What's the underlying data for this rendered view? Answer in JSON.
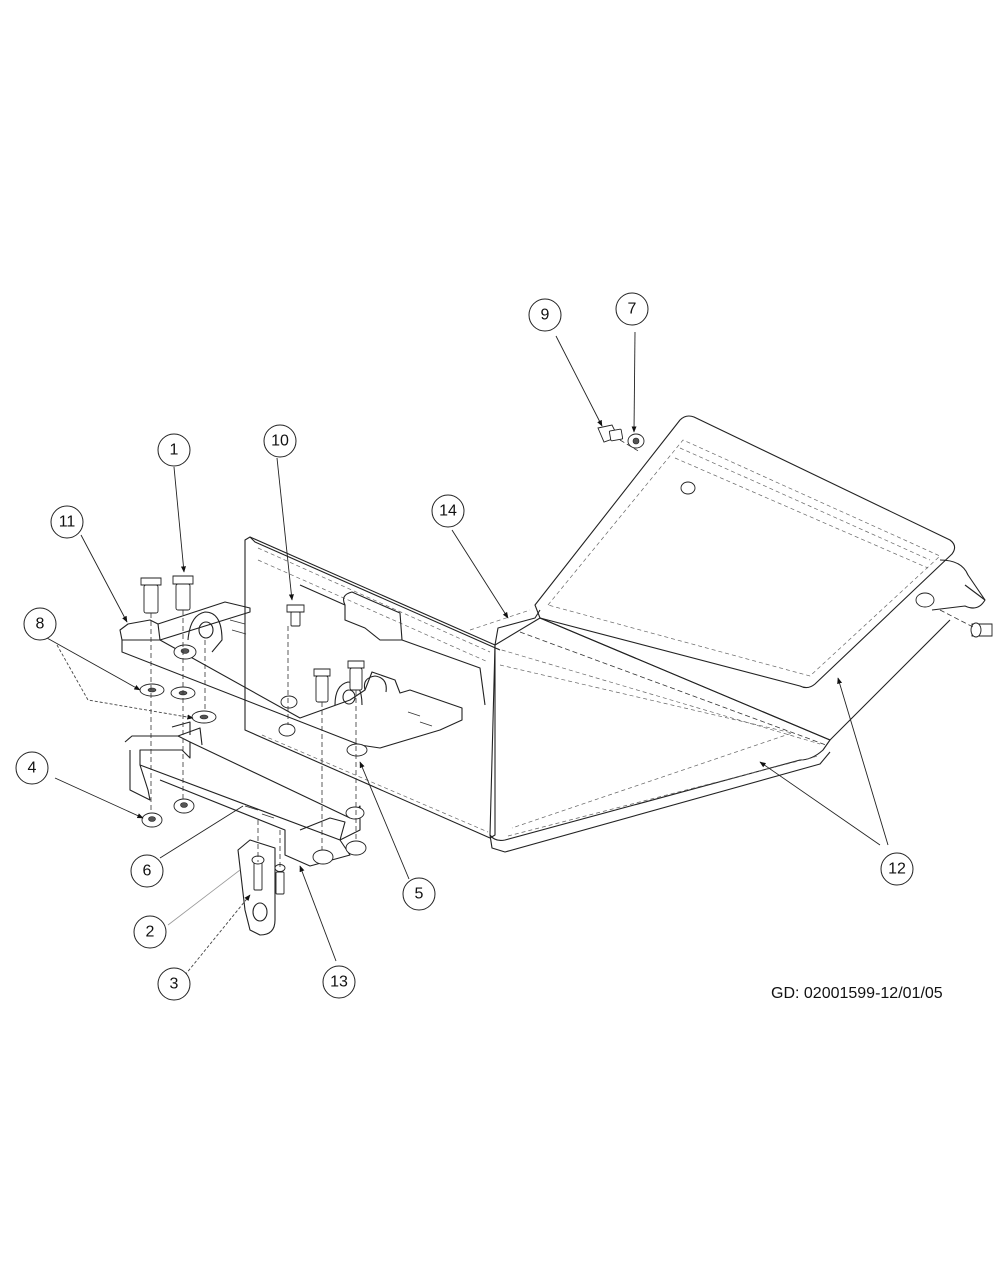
{
  "drawing_id": "GD: 02001599-12/01/05",
  "callouts": [
    {
      "id": "1",
      "label": "1"
    },
    {
      "id": "2",
      "label": "2"
    },
    {
      "id": "3",
      "label": "3"
    },
    {
      "id": "4",
      "label": "4"
    },
    {
      "id": "5",
      "label": "5"
    },
    {
      "id": "6",
      "label": "6"
    },
    {
      "id": "7",
      "label": "7"
    },
    {
      "id": "8",
      "label": "8"
    },
    {
      "id": "9",
      "label": "9"
    },
    {
      "id": "10",
      "label": "10"
    },
    {
      "id": "11",
      "label": "11"
    },
    {
      "id": "12",
      "label": "12"
    },
    {
      "id": "13",
      "label": "13"
    },
    {
      "id": "14",
      "label": "14"
    }
  ]
}
